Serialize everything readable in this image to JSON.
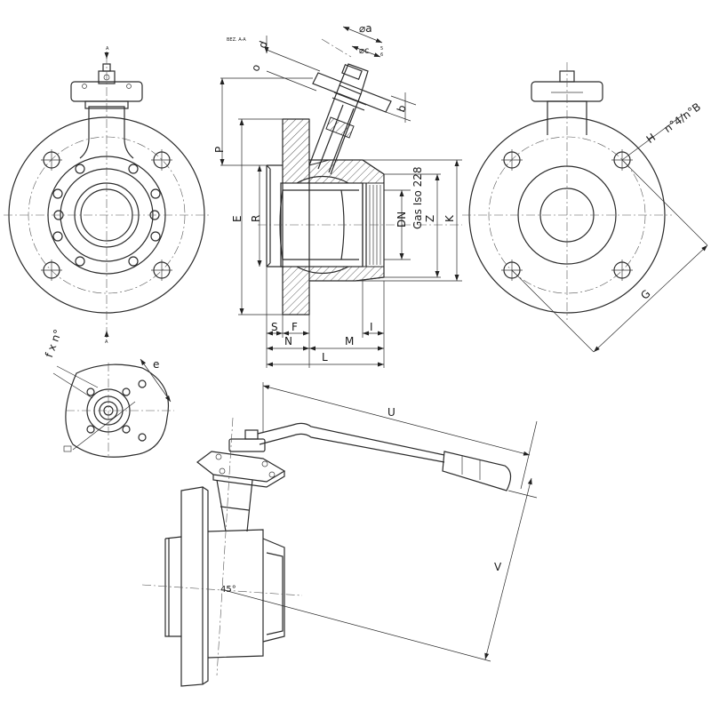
{
  "section_note": "BEZ. A-A",
  "section_marks": {
    "top": "A",
    "bottom": "A"
  },
  "dimensions": {
    "a": "⌀a",
    "c": "⌀c",
    "c_sup": "5",
    "c_sub": "6",
    "d": "d",
    "o": "o",
    "b": "b",
    "P": "P",
    "E": "E",
    "R": "R",
    "DN": "DN",
    "gas_iso": "Gas Iso 228",
    "Z": "Z",
    "K": "K",
    "S": "S",
    "F": "F",
    "N": "N",
    "M": "M",
    "I": "I",
    "L": "L",
    "H": "H",
    "n4_nB": "n°4/n°B",
    "G": "G",
    "fxn": "f x n°",
    "e": "e",
    "U": "U",
    "V": "V",
    "angle": "45°"
  }
}
